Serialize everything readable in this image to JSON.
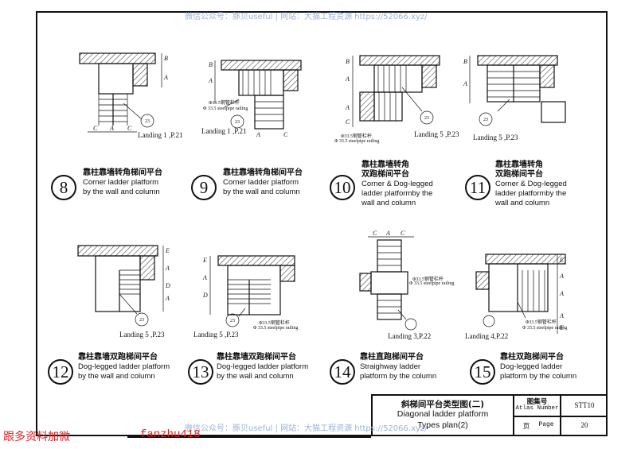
{
  "watermark_top": "微信公众号：豚贝useful | 网站：大猫工程资源 https://52066.xyz/",
  "watermark_bottom": "微信公众号：豚贝useful | 网站：大猫工程资源 https://52066.xyz/",
  "railing": "Φ 33.5 steelpipe railing",
  "railing_zh": "Φ33.5钢管栏杆",
  "detail_mark": "23",
  "items": [
    {
      "num": "8",
      "ref": "Landing 1 ,P.21",
      "zh": "靠柱靠墙转角梯间平台",
      "en": [
        "Corner ladder platform",
        "by the wall and column"
      ]
    },
    {
      "num": "9",
      "ref": "Landing 1 ,P.21",
      "zh": "靠柱靠墙转角梯间平台",
      "en": [
        "Corner ladder platform",
        "by the wall and column"
      ]
    },
    {
      "num": "10",
      "ref": "Landing 5 ,P.23",
      "zh": "靠柱靠墙转角双跑梯间平台",
      "zh_lines": [
        "靠柱靠墙转角",
        "双跑梯间平台"
      ],
      "en": [
        "Corner & Dog-legged",
        "ladder platformby the",
        "wall and column"
      ]
    },
    {
      "num": "11",
      "ref": "Landing 5 ,P.23",
      "zh_lines": [
        "靠柱靠墙转角",
        "双跑梯间平台"
      ],
      "en": [
        "Corner & Dog-legged",
        "ladder platformby the",
        "wall and column"
      ]
    },
    {
      "num": "12",
      "ref": "Landing 5 ,P.23",
      "zh": "靠柱靠墙双跑梯间平台",
      "en": [
        "Dog-legged ladder platform",
        "by the wall and column"
      ]
    },
    {
      "num": "13",
      "ref": "Landing 5 ,P.23",
      "zh": "靠柱靠墙双跑梯间平台",
      "en": [
        "Dog-legged ladder platform",
        "by the wall and column"
      ]
    },
    {
      "num": "14",
      "ref": "Landing 3,P.22",
      "zh": "靠柱直跑梯间平台",
      "en": [
        "Straighway ladder",
        "platform by the column"
      ]
    },
    {
      "num": "15",
      "ref": "Landing 4,P.22",
      "zh": "靠柱双跑梯间平台",
      "en": [
        "Dog-legged ladder",
        "platform by the column"
      ]
    }
  ],
  "title_block": {
    "title_zh": "斜梯间平台类型图(二)",
    "title_en_1": "Diagonal ladder platform",
    "title_en_2": "Types plan(2)",
    "atlas_zh": "图集号",
    "atlas_en": "Atlas Number",
    "atlas_value": "STT10",
    "page_zh": "页",
    "page_en": "Page",
    "page_value": "20"
  },
  "footer_left": "跟多资料加微",
  "footer_id": "fanzhu418"
}
